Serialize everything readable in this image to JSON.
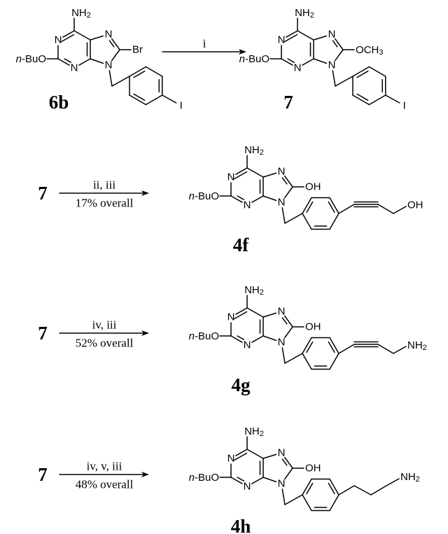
{
  "compounds": {
    "sm": {
      "id": "6b",
      "substituent": "Br",
      "tail": "I"
    },
    "int": {
      "id": "7",
      "substituent": "OCH3",
      "tail": "I"
    },
    "p1": {
      "id": "4f",
      "substituent": "OH",
      "tail": "OH"
    },
    "p2": {
      "id": "4g",
      "substituent": "OH",
      "tail": "NH2"
    },
    "p3": {
      "id": "4h",
      "substituent": "OH",
      "tail": "NH2"
    }
  },
  "core_labels": {
    "amine": "NH2",
    "ring_n": "N",
    "ether": "n-BuO"
  },
  "reactions": [
    {
      "start": "",
      "above": "i",
      "below": ""
    },
    {
      "start": "7",
      "above": "ii, iii",
      "below": "17% overall"
    },
    {
      "start": "7",
      "above": "iv, iii",
      "below": "52% overall"
    },
    {
      "start": "7",
      "above": "iv, v, iii",
      "below": "48% overall"
    }
  ]
}
